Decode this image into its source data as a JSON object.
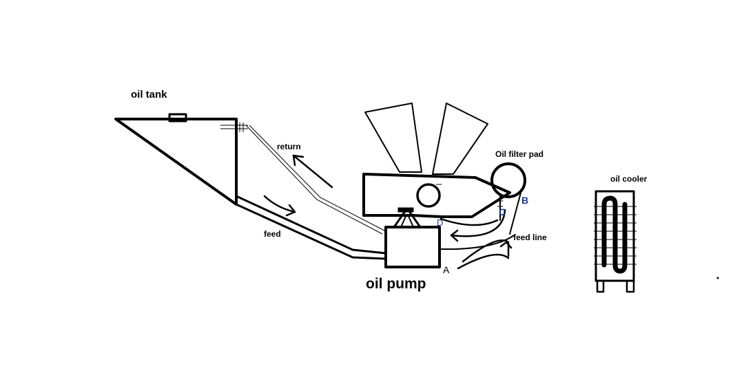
{
  "labels": {
    "oil_tank": "oil tank",
    "return": "return",
    "feed": "feed",
    "oil_pump": "oil pump",
    "oil_filter_pad": "Oil filter pad",
    "feed_line": "feed line",
    "oil_cooler": "oil cooler",
    "point_a": "A",
    "point_b": "B",
    "point_c": "C",
    "point_d": "D"
  },
  "colors": {
    "ink": "#000000",
    "background": "#ffffff",
    "letter_blue": "#1f3a93"
  }
}
